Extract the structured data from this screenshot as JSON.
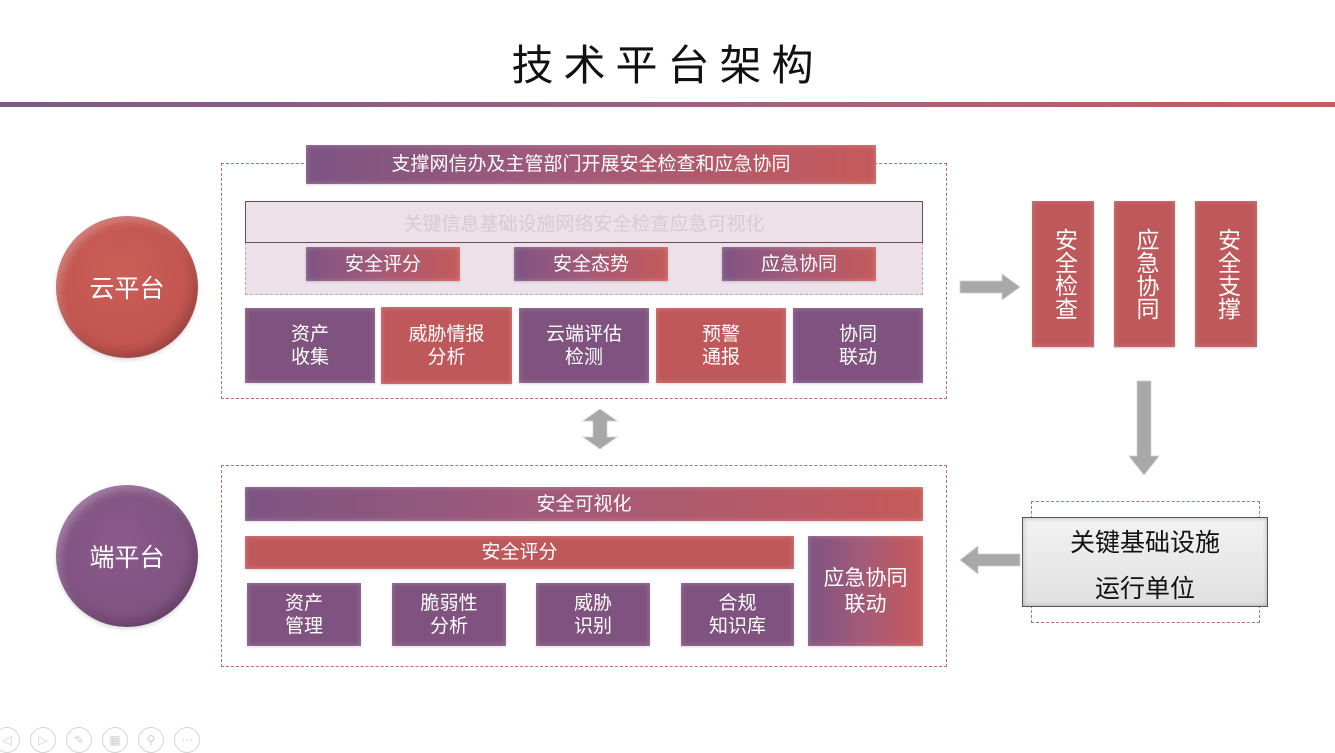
{
  "title": "技术平台架构",
  "cloud": {
    "label": "云平台",
    "top_banner": "支撑网信办及主管部门开展安全检查和应急协同",
    "visualization_band": "关键信息基础设施网络安全检查应急可视化",
    "sub_items": [
      "安全评分",
      "安全态势",
      "应急协同"
    ],
    "modules": [
      {
        "label": "资产\n收集",
        "color": "purple"
      },
      {
        "label": "威胁情报\n分析",
        "color": "red"
      },
      {
        "label": "云端评估\n检测",
        "color": "purple"
      },
      {
        "label": "预警\n通报",
        "color": "red"
      },
      {
        "label": "协同\n联动",
        "color": "purple"
      }
    ]
  },
  "edge": {
    "label": "端平台",
    "visualization": "安全可视化",
    "scoring": "安全评分",
    "emergency": "应急协同\n联动",
    "modules": [
      "资产\n管理",
      "脆弱性\n分析",
      "威胁\n识别",
      "合规\n知识库"
    ]
  },
  "outputs": [
    "安全检查",
    "应急协同",
    "安全支撑"
  ],
  "operator_unit": "关键基础设施\n运行单位",
  "arrows": [
    "right-arrow",
    "down-arrow",
    "left-arrow",
    "up-down-arrow"
  ],
  "toolbar": [
    {
      "icon": "prev-slide-icon",
      "glyph": "◁"
    },
    {
      "icon": "next-slide-icon",
      "glyph": "▷"
    },
    {
      "icon": "pen-icon",
      "glyph": "✎"
    },
    {
      "icon": "slides-grid-icon",
      "glyph": "▦"
    },
    {
      "icon": "zoom-icon",
      "glyph": "⚲"
    },
    {
      "icon": "more-icon",
      "glyph": "···"
    }
  ],
  "colors": {
    "purple": "#80527f",
    "red": "#bf585a",
    "arrow_gray": "#a6a6a6"
  }
}
